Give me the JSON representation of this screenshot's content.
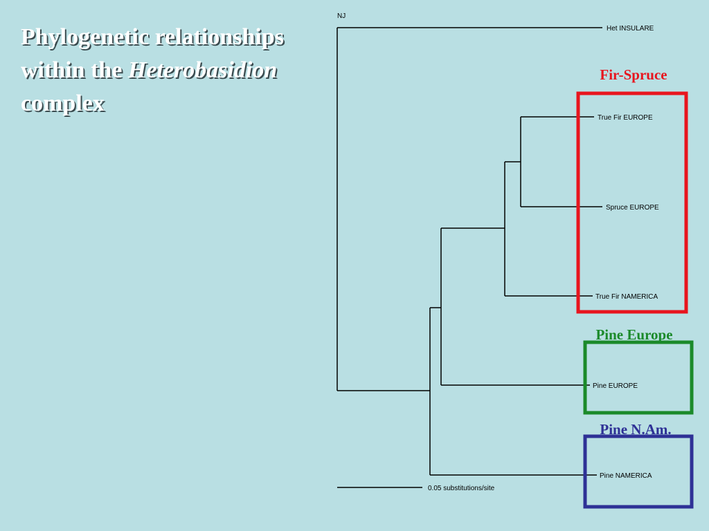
{
  "title": {
    "line1": "Phylogenetic relationships",
    "line2_pre": "within the",
    "line2_italic": "Heterobasidion",
    "line3": "complex"
  },
  "method_label": "NJ",
  "taxa": {
    "het_insulare": "Het INSULARE",
    "true_fir_europe": "True Fir EUROPE",
    "spruce_europe": "Spruce EUROPE",
    "true_fir_namerica": "True Fir NAMERICA",
    "pine_europe": "Pine EUROPE",
    "pine_namerica": "Pine NAMERICA"
  },
  "groups": {
    "fir_spruce": {
      "label": "Fir-Spruce",
      "color": "#e8151e"
    },
    "pine_europe": {
      "label": "Pine Europe",
      "color": "#1b8a2a"
    },
    "pine_nam": {
      "label": "Pine N.Am.",
      "color": "#2e3196"
    }
  },
  "scale_bar": {
    "label": "0.05 substitutions/site"
  }
}
